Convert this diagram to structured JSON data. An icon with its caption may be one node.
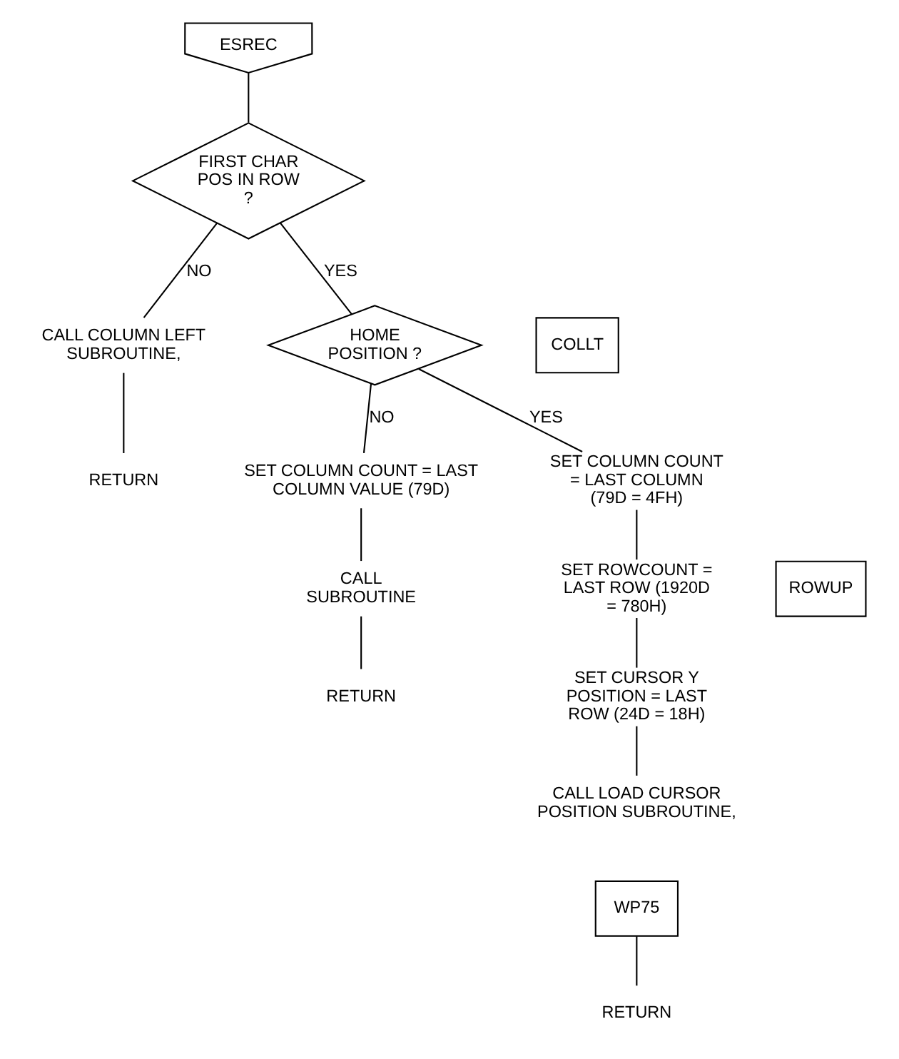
{
  "diagram": {
    "nodes": [
      {
        "text": [
          "ESREC"
        ]
      },
      {
        "text": [
          "FIRST CHAR POS IN ROW ?"
        ]
      },
      {
        "text": [
          "CALL COLUMN LEFT SUBROUTINE,"
        ]
      },
      {
        "text": [
          "COLLT"
        ]
      },
      {
        "text": [
          "RETURN"
        ]
      },
      {
        "text": [
          "HOME POSITION ?"
        ]
      },
      {
        "text": [
          "SET COLUMN COUNT = LAST COLUMN VALUE (79D)"
        ]
      },
      {
        "text": [
          "CALL",
          "SUBROUTINE"
        ]
      },
      {
        "text": [
          "ROWUP"
        ]
      },
      {
        "text": [
          "RETURN"
        ]
      },
      {
        "text": [
          "SET COLUMN COUNT = LAST COLUMN (79D = 4FH)"
        ]
      },
      {
        "text": [
          "SET ROWCOUNT = LAST ROW (1920D = 780H)"
        ]
      },
      {
        "text": [
          "SET CURSOR Y POSITION = LAST ROW (24D = 18H)"
        ]
      },
      {
        "text": [
          "CALL LOAD CURSOR POSITION SUBROUTINE,"
        ]
      },
      {
        "text": [
          "WP75"
        ]
      },
      {
        "text": [
          "RETURN"
        ]
      }
    ],
    "edges": [
      {
        "from": 0,
        "to": 1,
        "arrow": "none"
      },
      {
        "from": 1,
        "to": 2,
        "label": "NO",
        "arrow": "none"
      },
      {
        "from": 1,
        "to": 5,
        "label": "YES",
        "arrow": "none"
      },
      {
        "from": 2,
        "to": 4,
        "arrow": "none"
      },
      {
        "from": 5,
        "to": 6,
        "label": "NO",
        "arrow": "none"
      },
      {
        "from": 5,
        "to": 10,
        "label": "YES",
        "arrow": "none"
      },
      {
        "from": 6,
        "to": 7,
        "arrow": "none"
      },
      {
        "from": 7,
        "to": 9,
        "arrow": "none"
      },
      {
        "from": 10,
        "to": 11,
        "arrow": "none"
      },
      {
        "from": 11,
        "to": 12,
        "arrow": "none"
      },
      {
        "from": 12,
        "to": 13,
        "arrow": "none"
      },
      {
        "from": 14,
        "to": 15,
        "arrow": "none"
      }
    ]
  }
}
